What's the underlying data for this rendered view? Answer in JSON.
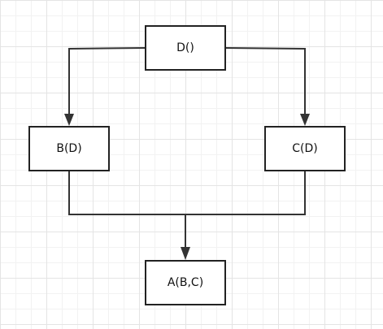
{
  "diagram": {
    "nodes": {
      "d": {
        "label": "D()"
      },
      "b": {
        "label": "B(D)"
      },
      "c": {
        "label": "C(D)"
      },
      "a": {
        "label": "A(B,C)"
      }
    },
    "edges": [
      {
        "from": "d",
        "to": "b"
      },
      {
        "from": "d",
        "to": "c"
      },
      {
        "from": "b",
        "to": "a"
      },
      {
        "from": "c",
        "to": "a"
      }
    ]
  }
}
